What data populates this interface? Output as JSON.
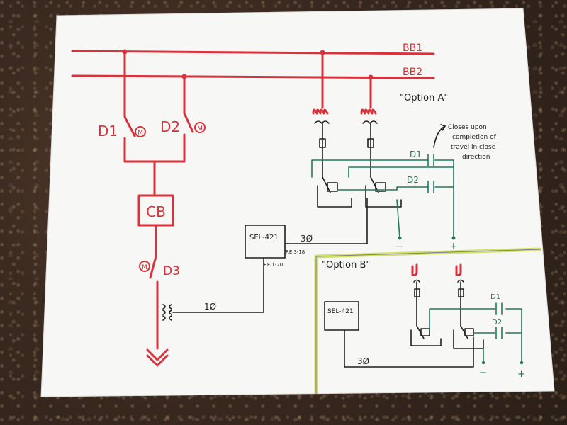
{
  "bus": {
    "bb1": "BB1",
    "bb2": "BB2"
  },
  "switches": {
    "d1": "D1",
    "d2": "D2",
    "d3": "D3",
    "motor": "M"
  },
  "breaker": {
    "label": "CB"
  },
  "relay": {
    "name": "SEL-421",
    "port_pt": "REI3-18",
    "port_ct": "REI1-20"
  },
  "wiring": {
    "three_phase": "3Ø",
    "single_phase": "1Ø"
  },
  "option_a": {
    "title": "\"Option A\"",
    "contact_d1": "D1",
    "contact_d2": "D2",
    "minus": "−",
    "plus": "+",
    "note_lines": [
      "Closes upon",
      "completion of",
      "travel in close",
      "direction"
    ]
  },
  "option_b": {
    "title": "\"Option B\"",
    "relay": "SEL-421",
    "three_phase": "3Ø",
    "contact_d1": "D1",
    "contact_d2": "D2",
    "minus": "−",
    "plus": "+"
  },
  "colors": {
    "red": "#d8323c",
    "ink": "#1f1f1f",
    "green": "#1f7a60",
    "highlight": "#c8e04a",
    "paper": "#f7f7f5"
  }
}
